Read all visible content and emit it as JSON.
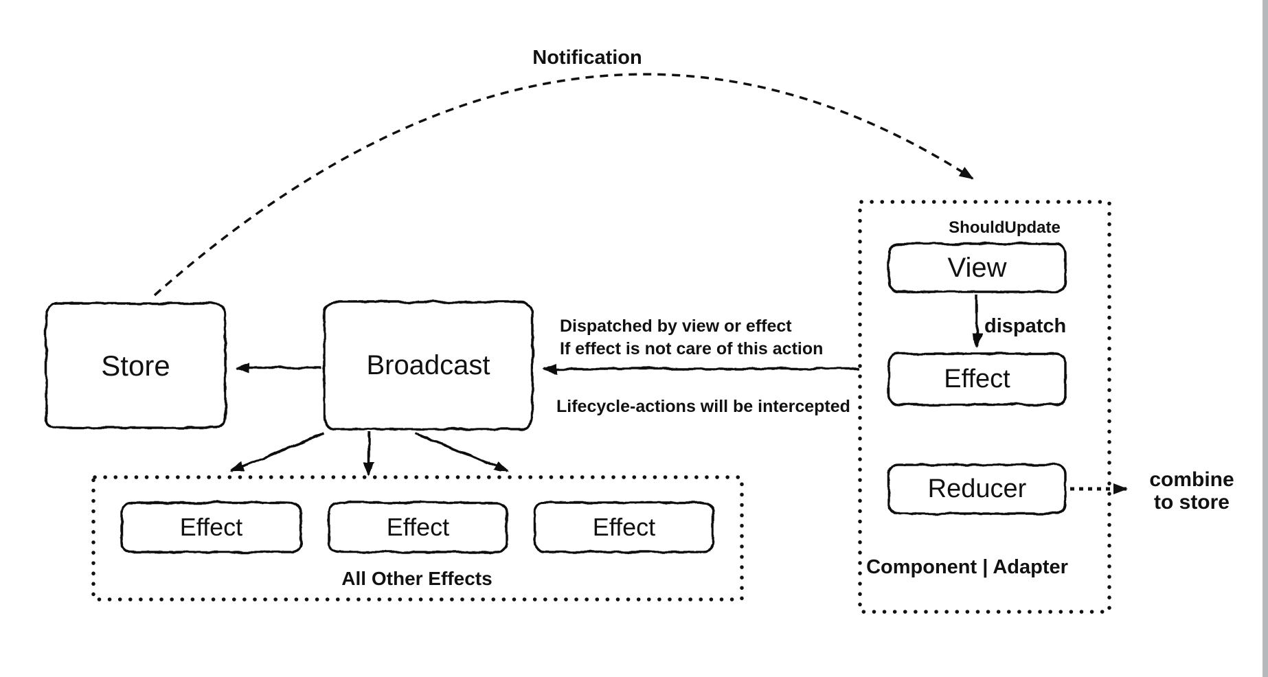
{
  "diagram": {
    "notification_label": "Notification",
    "nodes": {
      "store": "Store",
      "broadcast": "Broadcast",
      "view": "View",
      "effect_component": "Effect",
      "reducer": "Reducer"
    },
    "annotations": {
      "dispatched_line1": "Dispatched by view or effect",
      "dispatched_line2": "If effect is not care of this action",
      "lifecycle": "Lifecycle-actions will be intercepted",
      "dispatch": "dispatch",
      "should_update": "ShouldUpdate",
      "combine_line1": "combine",
      "combine_line2": "to store"
    },
    "groups": {
      "other_effects": {
        "caption": "All Other Effects",
        "effects": [
          "Effect",
          "Effect",
          "Effect"
        ]
      },
      "component": {
        "caption": "Component | Adapter"
      }
    },
    "colors": {
      "ink": "#111111",
      "background": "#ffffff",
      "window_edge": "#b5b9bb"
    }
  }
}
